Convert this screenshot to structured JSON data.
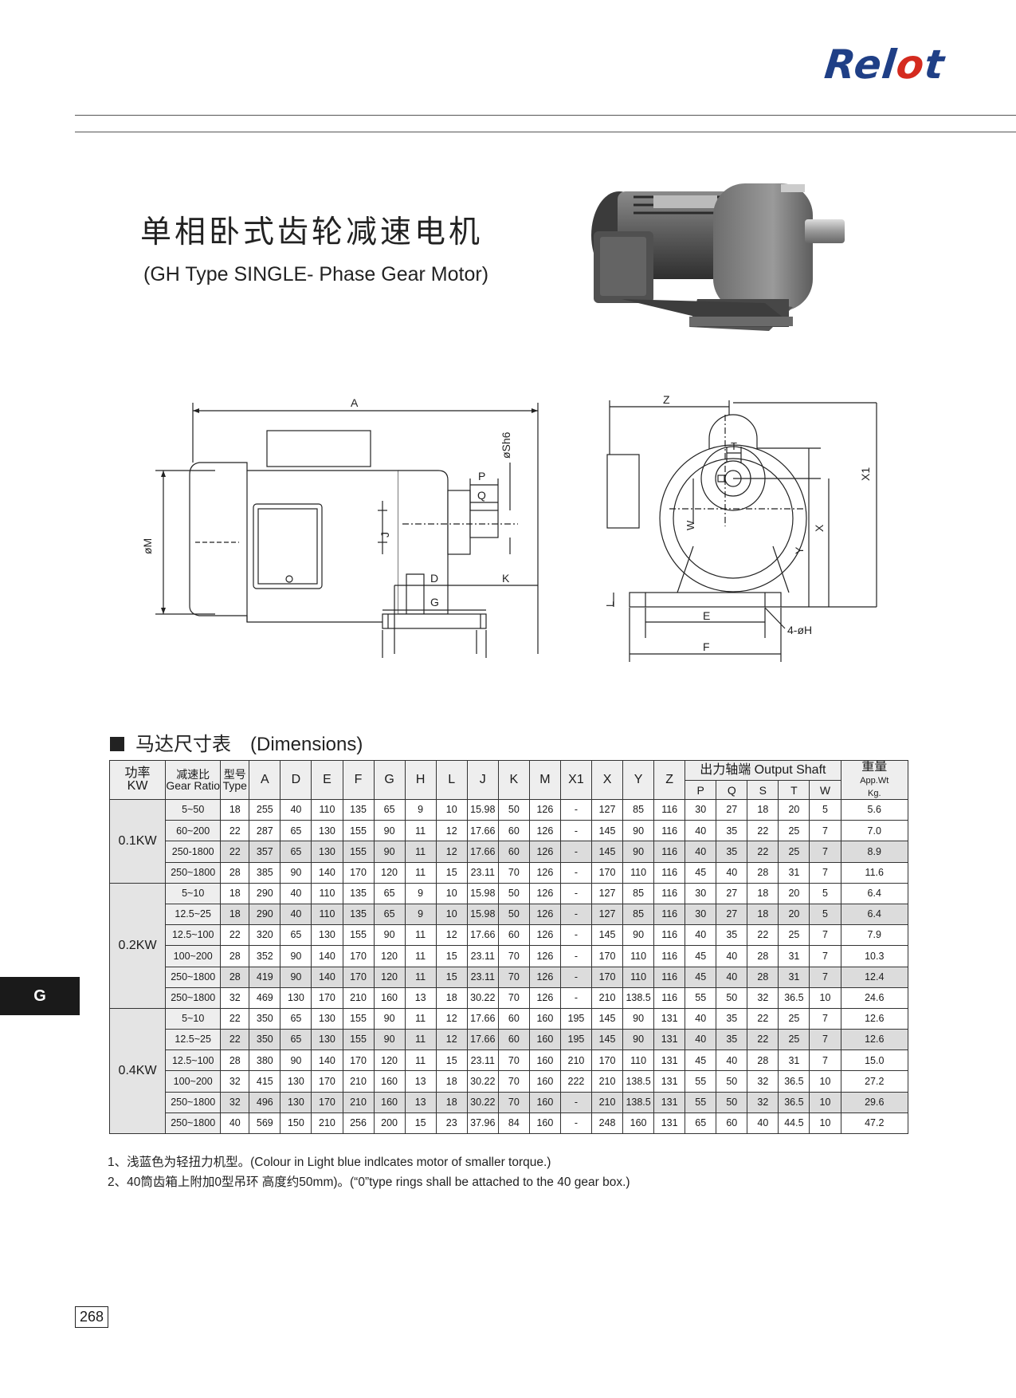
{
  "brand": {
    "pre": "Rel",
    "o": "o",
    "post": "t"
  },
  "title": {
    "cn": "单相卧式齿轮减速电机",
    "en": "(GH Type SINGLE- Phase Gear Motor)"
  },
  "drawing": {
    "side": {
      "A": "A",
      "P": "P",
      "Q": "Q",
      "Sh6": "øSh6",
      "M": "øM",
      "J": "J",
      "D": "D",
      "K": "K",
      "G": "G"
    },
    "end": {
      "Z": "Z",
      "T": "T",
      "W": "W",
      "X1": "X1",
      "X": "X",
      "Y": "Y",
      "L": "L",
      "E": "E",
      "F": "F",
      "H": "4-øH"
    }
  },
  "section_title": "马达尺寸表　(Dimensions)",
  "table": {
    "h_kw": [
      "功率",
      "KW"
    ],
    "h_ratio": [
      "减速比",
      "Gear Ratio"
    ],
    "h_type": [
      "型号",
      "Type"
    ],
    "dim_cols": [
      "A",
      "D",
      "E",
      "F",
      "G",
      "H",
      "L",
      "J",
      "K",
      "M",
      "X1",
      "X",
      "Y",
      "Z"
    ],
    "output_shaft": "出力轴端 Output Shaft",
    "shaft_cols": [
      "P",
      "Q",
      "S",
      "T",
      "W"
    ],
    "h_wt": [
      "重量",
      "App.Wt",
      "Kg."
    ],
    "groups": [
      {
        "kw": "0.1KW",
        "rows": [
          {
            "hl": false,
            "cells": [
              "5~50",
              "18",
              "255",
              "40",
              "110",
              "135",
              "65",
              "9",
              "10",
              "15.98",
              "50",
              "126",
              "-",
              "127",
              "85",
              "116",
              "30",
              "27",
              "18",
              "20",
              "5",
              "5.6"
            ]
          },
          {
            "hl": false,
            "cells": [
              "60~200",
              "22",
              "287",
              "65",
              "130",
              "155",
              "90",
              "11",
              "12",
              "17.66",
              "60",
              "126",
              "-",
              "145",
              "90",
              "116",
              "40",
              "35",
              "22",
              "25",
              "7",
              "7.0"
            ]
          },
          {
            "hl": true,
            "cells": [
              "250-1800",
              "22",
              "357",
              "65",
              "130",
              "155",
              "90",
              "11",
              "12",
              "17.66",
              "60",
              "126",
              "-",
              "145",
              "90",
              "116",
              "40",
              "35",
              "22",
              "25",
              "7",
              "8.9"
            ]
          },
          {
            "hl": false,
            "cells": [
              "250~1800",
              "28",
              "385",
              "90",
              "140",
              "170",
              "120",
              "11",
              "15",
              "23.11",
              "70",
              "126",
              "-",
              "170",
              "110",
              "116",
              "45",
              "40",
              "28",
              "31",
              "7",
              "11.6"
            ]
          }
        ]
      },
      {
        "kw": "0.2KW",
        "rows": [
          {
            "hl": false,
            "cells": [
              "5~10",
              "18",
              "290",
              "40",
              "110",
              "135",
              "65",
              "9",
              "10",
              "15.98",
              "50",
              "126",
              "-",
              "127",
              "85",
              "116",
              "30",
              "27",
              "18",
              "20",
              "5",
              "6.4"
            ]
          },
          {
            "hl": true,
            "cells": [
              "12.5~25",
              "18",
              "290",
              "40",
              "110",
              "135",
              "65",
              "9",
              "10",
              "15.98",
              "50",
              "126",
              "-",
              "127",
              "85",
              "116",
              "30",
              "27",
              "18",
              "20",
              "5",
              "6.4"
            ]
          },
          {
            "hl": false,
            "cells": [
              "12.5~100",
              "22",
              "320",
              "65",
              "130",
              "155",
              "90",
              "11",
              "12",
              "17.66",
              "60",
              "126",
              "-",
              "145",
              "90",
              "116",
              "40",
              "35",
              "22",
              "25",
              "7",
              "7.9"
            ]
          },
          {
            "hl": false,
            "cells": [
              "100~200",
              "28",
              "352",
              "90",
              "140",
              "170",
              "120",
              "11",
              "15",
              "23.11",
              "70",
              "126",
              "-",
              "170",
              "110",
              "116",
              "45",
              "40",
              "28",
              "31",
              "7",
              "10.3"
            ]
          },
          {
            "hl": true,
            "cells": [
              "250~1800",
              "28",
              "419",
              "90",
              "140",
              "170",
              "120",
              "11",
              "15",
              "23.11",
              "70",
              "126",
              "-",
              "170",
              "110",
              "116",
              "45",
              "40",
              "28",
              "31",
              "7",
              "12.4"
            ]
          },
          {
            "hl": false,
            "cells": [
              "250~1800",
              "32",
              "469",
              "130",
              "170",
              "210",
              "160",
              "13",
              "18",
              "30.22",
              "70",
              "126",
              "-",
              "210",
              "138.5",
              "116",
              "55",
              "50",
              "32",
              "36.5",
              "10",
              "24.6"
            ]
          }
        ]
      },
      {
        "kw": "0.4KW",
        "rows": [
          {
            "hl": false,
            "cells": [
              "5~10",
              "22",
              "350",
              "65",
              "130",
              "155",
              "90",
              "11",
              "12",
              "17.66",
              "60",
              "160",
              "195",
              "145",
              "90",
              "131",
              "40",
              "35",
              "22",
              "25",
              "7",
              "12.6"
            ]
          },
          {
            "hl": true,
            "cells": [
              "12.5~25",
              "22",
              "350",
              "65",
              "130",
              "155",
              "90",
              "11",
              "12",
              "17.66",
              "60",
              "160",
              "195",
              "145",
              "90",
              "131",
              "40",
              "35",
              "22",
              "25",
              "7",
              "12.6"
            ]
          },
          {
            "hl": false,
            "cells": [
              "12.5~100",
              "28",
              "380",
              "90",
              "140",
              "170",
              "120",
              "11",
              "15",
              "23.11",
              "70",
              "160",
              "210",
              "170",
              "110",
              "131",
              "45",
              "40",
              "28",
              "31",
              "7",
              "15.0"
            ]
          },
          {
            "hl": false,
            "cells": [
              "100~200",
              "32",
              "415",
              "130",
              "170",
              "210",
              "160",
              "13",
              "18",
              "30.22",
              "70",
              "160",
              "222",
              "210",
              "138.5",
              "131",
              "55",
              "50",
              "32",
              "36.5",
              "10",
              "27.2"
            ]
          },
          {
            "hl": true,
            "cells": [
              "250~1800",
              "32",
              "496",
              "130",
              "170",
              "210",
              "160",
              "13",
              "18",
              "30.22",
              "70",
              "160",
              "-",
              "210",
              "138.5",
              "131",
              "55",
              "50",
              "32",
              "36.5",
              "10",
              "29.6"
            ]
          },
          {
            "hl": false,
            "cells": [
              "250~1800",
              "40",
              "569",
              "150",
              "210",
              "256",
              "200",
              "15",
              "23",
              "37.96",
              "84",
              "160",
              "-",
              "248",
              "160",
              "131",
              "65",
              "60",
              "40",
              "44.5",
              "10",
              "47.2"
            ]
          }
        ]
      }
    ]
  },
  "notes": [
    "1、浅蓝色为轻扭力机型。(Colour  in Light  blue  indlcates motor of smaller  torque.)",
    "2、40筒齿箱上附加0型吊环 高度约50mm)。(“0”type rings  shall  be  attached  to the 40 gear box.)"
  ],
  "side_tab": "G",
  "page_number": "268"
}
